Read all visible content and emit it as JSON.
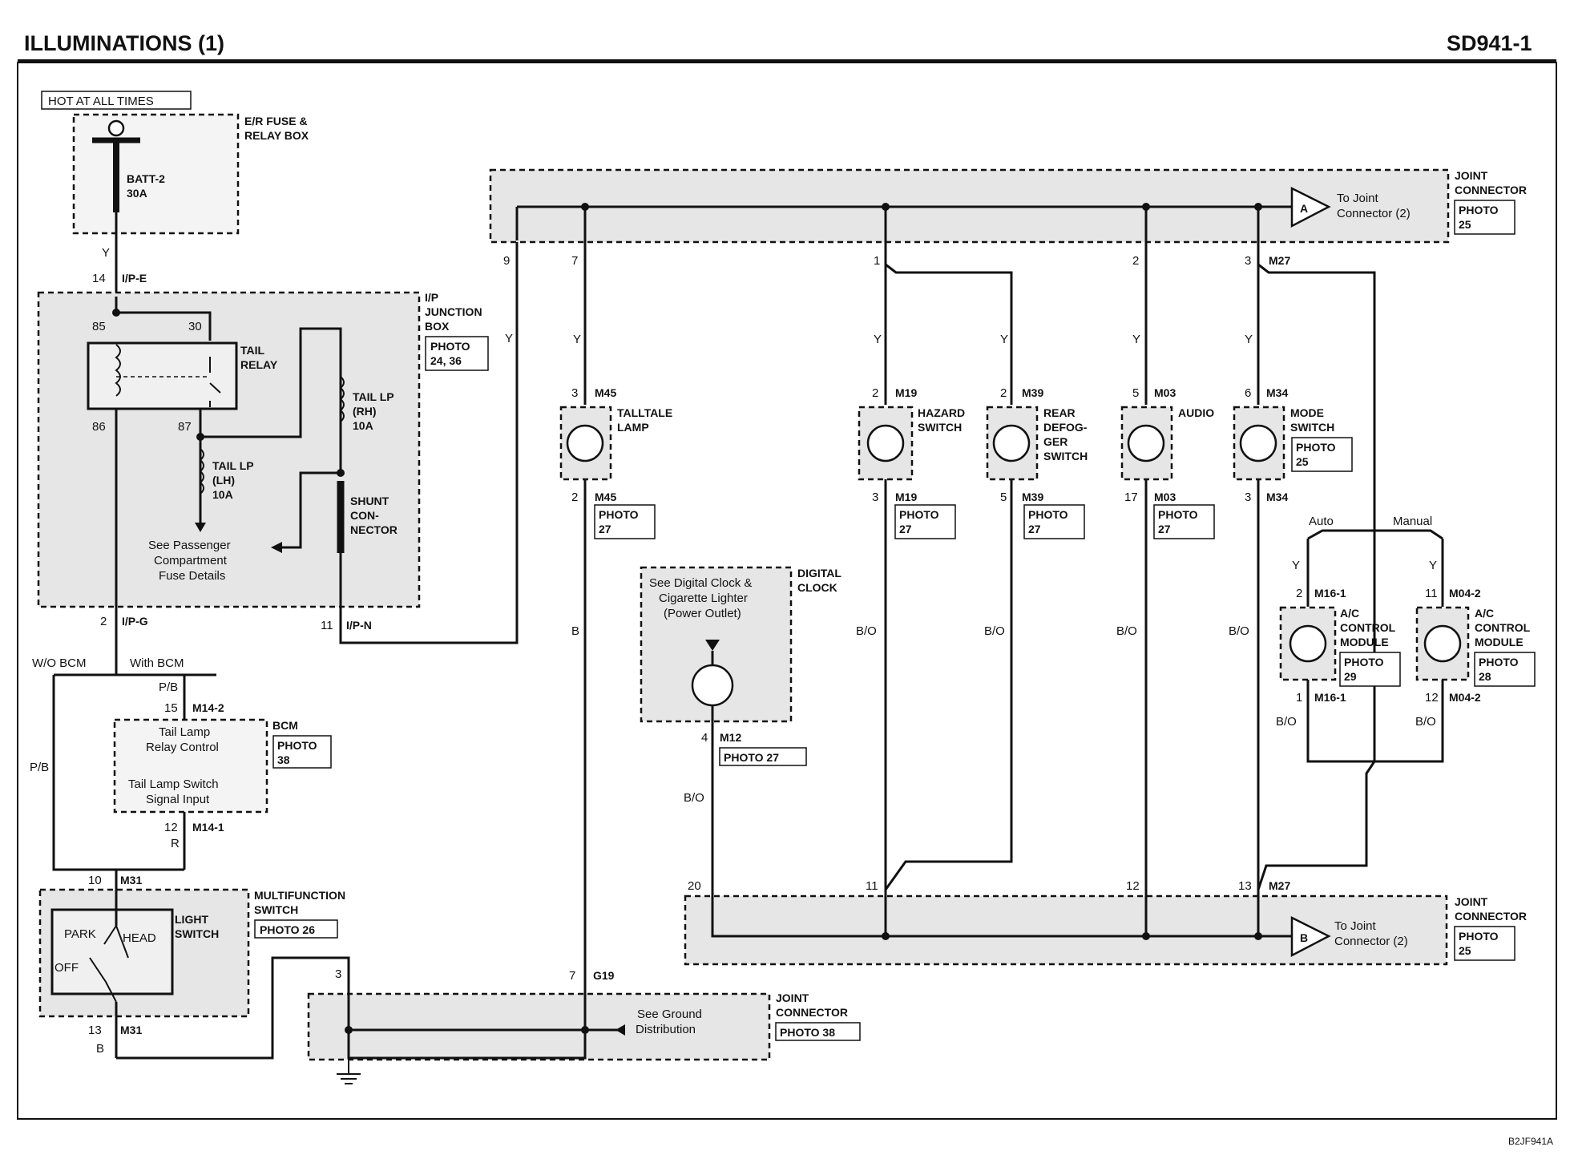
{
  "header": {
    "title": "ILLUMINATIONS (1)",
    "code": "SD941-1"
  },
  "footer_code": "B2JF941A",
  "power": {
    "hot_label": "HOT AT ALL TIMES",
    "fuse_box": [
      "E/R FUSE &",
      "RELAY BOX"
    ],
    "fuse": [
      "BATT-2",
      "30A"
    ]
  },
  "ip_box": {
    "name": [
      "I/P",
      "JUNCTION",
      "BOX"
    ],
    "photo": [
      "PHOTO",
      "24, 36"
    ],
    "relay": [
      "TAIL",
      "RELAY"
    ],
    "fuse_rh": [
      "TAIL LP",
      "(RH)",
      "10A"
    ],
    "fuse_lh": [
      "TAIL LP",
      "(LH)",
      "10A"
    ],
    "shunt": [
      "SHUNT",
      "CON-",
      "NECTOR"
    ],
    "see_fuse": [
      "See Passenger",
      "Compartment",
      "Fuse Details"
    ],
    "pins": {
      "p85": "85",
      "p30": "30",
      "p86": "86",
      "p87": "87"
    }
  },
  "connectors": {
    "ipe": [
      "14",
      "I/P-E"
    ],
    "ipg": [
      "2",
      "I/P-G"
    ],
    "ipn": [
      "11",
      "I/P-N"
    ],
    "m14_2": [
      "15",
      "M14-2"
    ],
    "m14_1": [
      "12",
      "M14-1"
    ],
    "m31_top": [
      "10",
      "M31"
    ],
    "m31_bot": [
      "13",
      "M31"
    ],
    "g19": [
      "7",
      "G19"
    ],
    "g_left": "3"
  },
  "wires": {
    "y": "Y",
    "pb": "P/B",
    "r": "R",
    "b": "B",
    "bo": "B/O",
    "wo_bcm": "W/O BCM",
    "with_bcm": "With BCM",
    "auto": "Auto",
    "manual": "Manual"
  },
  "bcm": {
    "name": "BCM",
    "photo": [
      "PHOTO",
      "38"
    ],
    "line1": [
      "Tail Lamp",
      "Relay Control"
    ],
    "line2": [
      "Tail Lamp Switch",
      "Signal Input"
    ]
  },
  "multifunction": {
    "name": [
      "MULTIFUNCTION",
      "SWITCH"
    ],
    "photo": "PHOTO 26",
    "light": [
      "LIGHT",
      "SWITCH"
    ],
    "park": "PARK",
    "head": "HEAD",
    "off": "OFF"
  },
  "joint_top": {
    "name": [
      "JOINT",
      "CONNECTOR"
    ],
    "photo": [
      "PHOTO",
      "25"
    ],
    "letter": "A",
    "to": [
      "To Joint",
      "Connector (2)"
    ],
    "pins": [
      "9",
      "7",
      "1",
      "2",
      "3"
    ],
    "m27": "M27"
  },
  "joint_bottom": {
    "name": [
      "JOINT",
      "CONNECTOR"
    ],
    "photo": [
      "PHOTO",
      "25"
    ],
    "letter": "B",
    "to": [
      "To Joint",
      "Connector (2)"
    ],
    "pins": [
      "20",
      "11",
      "12",
      "13"
    ],
    "m27": "M27"
  },
  "joint_ground": {
    "name": [
      "JOINT",
      "CONNECTOR"
    ],
    "photo": "PHOTO 38",
    "see": [
      "See Ground",
      "Distribution"
    ]
  },
  "lamps": {
    "talltale": {
      "name": [
        "TALLTALE",
        "LAMP"
      ],
      "top": [
        "3",
        "M45"
      ],
      "bot": [
        "2",
        "M45"
      ],
      "photo": [
        "PHOTO",
        "27"
      ]
    },
    "hazard": {
      "name": [
        "HAZARD",
        "SWITCH"
      ],
      "top": [
        "2",
        "M19"
      ],
      "bot": [
        "3",
        "M19"
      ],
      "photo": [
        "PHOTO",
        "27"
      ]
    },
    "defog": {
      "name": [
        "REAR",
        "DEFOG-",
        "GER",
        "SWITCH"
      ],
      "top": [
        "2",
        "M39"
      ],
      "bot": [
        "5",
        "M39"
      ],
      "photo": [
        "PHOTO",
        "27"
      ]
    },
    "audio": {
      "name": [
        "AUDIO"
      ],
      "top": [
        "5",
        "M03"
      ],
      "bot": [
        "17",
        "M03"
      ],
      "photo": [
        "PHOTO",
        "27"
      ]
    },
    "mode": {
      "name": [
        "MODE",
        "SWITCH"
      ],
      "top": [
        "6",
        "M34"
      ],
      "bot": [
        "3",
        "M34"
      ],
      "photo": [
        "PHOTO",
        "25"
      ]
    },
    "ac_auto": {
      "name": [
        "A/C",
        "CONTROL",
        "MODULE"
      ],
      "top": [
        "2",
        "M16-1"
      ],
      "bot": [
        "1",
        "M16-1"
      ],
      "photo": [
        "PHOTO",
        "29"
      ]
    },
    "ac_manual": {
      "name": [
        "A/C",
        "CONTROL",
        "MODULE"
      ],
      "top": [
        "11",
        "M04-2"
      ],
      "bot": [
        "12",
        "M04-2"
      ],
      "photo": [
        "PHOTO",
        "28"
      ]
    }
  },
  "clock": {
    "name": [
      "DIGITAL",
      "CLOCK"
    ],
    "see": [
      "See Digital Clock &",
      "Cigarette Lighter",
      "(Power Outlet)"
    ],
    "conn": [
      "4",
      "M12"
    ],
    "photo": "PHOTO 27"
  }
}
